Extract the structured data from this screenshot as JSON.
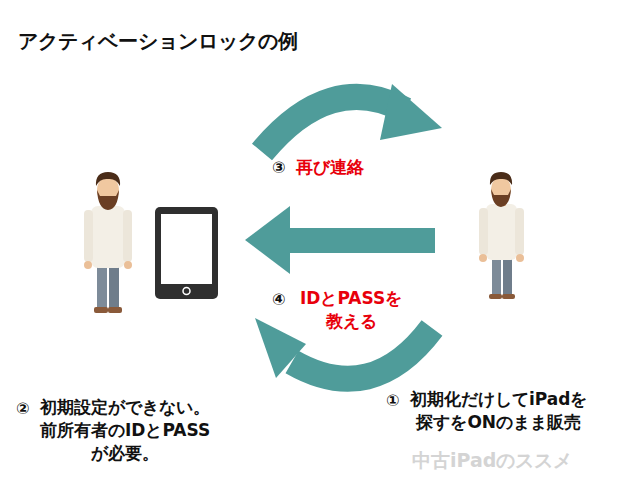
{
  "diagram": {
    "title": "アクティベーションロックの例",
    "labels": [
      "③",
      "再び連絡",
      "④",
      "IDとPASSを 教える",
      "②",
      "初期設定ができない。 前所有者のIDとPASS が必要。",
      "①",
      "初期化だけしてiPadを 探すをONのまま販売",
      "中古iPadのススメ"
    ]
  }
}
